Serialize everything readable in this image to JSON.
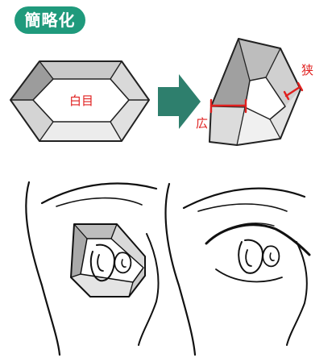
{
  "heading": "簡略化",
  "labels": {
    "sclera": "白目",
    "wide": "広",
    "narrow": "狭"
  },
  "colors": {
    "accent_green": "#1f9a7c",
    "arrow_teal": "#2e7f6d",
    "label_red": "#e0201f",
    "facet_light": "#e6e6e6",
    "facet_mid": "#bdbdbd",
    "facet_dark": "#8f8f8f"
  }
}
